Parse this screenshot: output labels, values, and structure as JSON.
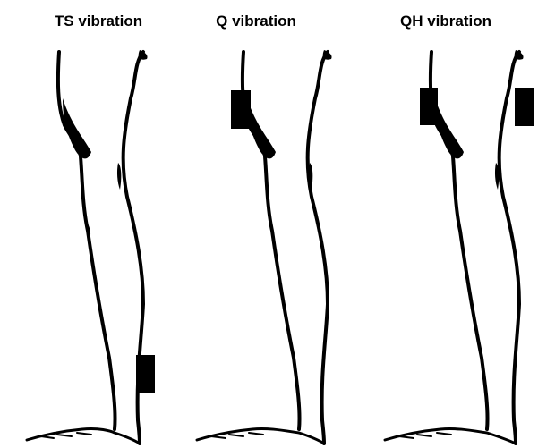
{
  "panels": [
    {
      "title": "TS vibration",
      "vibrators": [
        "calf"
      ]
    },
    {
      "title": "Q vibration",
      "vibrators": [
        "thigh-front"
      ]
    },
    {
      "title": "QH vibration",
      "vibrators": [
        "thigh-front",
        "thigh-back"
      ]
    }
  ],
  "colors": {
    "ink": "#000000",
    "background": "#ffffff"
  }
}
